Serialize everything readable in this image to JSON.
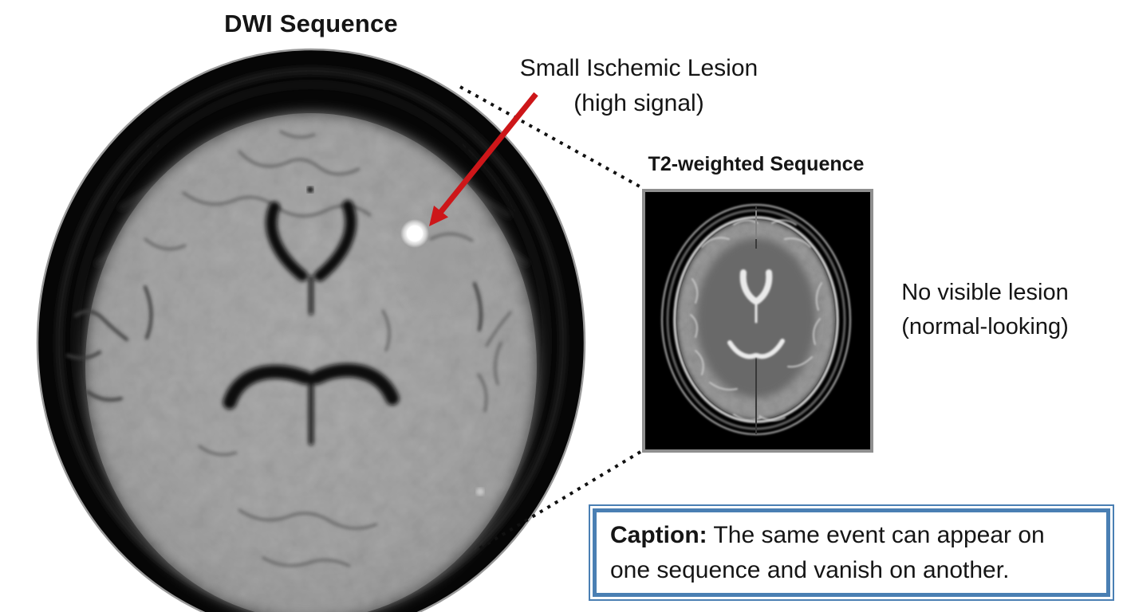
{
  "dwi_panel": {
    "title": "DWI Sequence"
  },
  "lesion_annotation": {
    "line1": "Small Ischemic Lesion",
    "line2": "(high signal)"
  },
  "t2_panel": {
    "title": "T2-weighted Sequence",
    "note_line1": "No visible lesion",
    "note_line2": "(normal-looking)"
  },
  "caption": {
    "label": "Caption:",
    "text_after_label": " The same event can appear on",
    "line2": "one sequence and vanish on another."
  },
  "colors": {
    "arrow_red": "#cd1619",
    "caption_border": "#4a7fb3",
    "connector": "#111111",
    "text": "#151515",
    "t2_frame": "#8f8f8f",
    "disc_rim": "#9a9a9a",
    "page_bg": "#ffffff"
  }
}
